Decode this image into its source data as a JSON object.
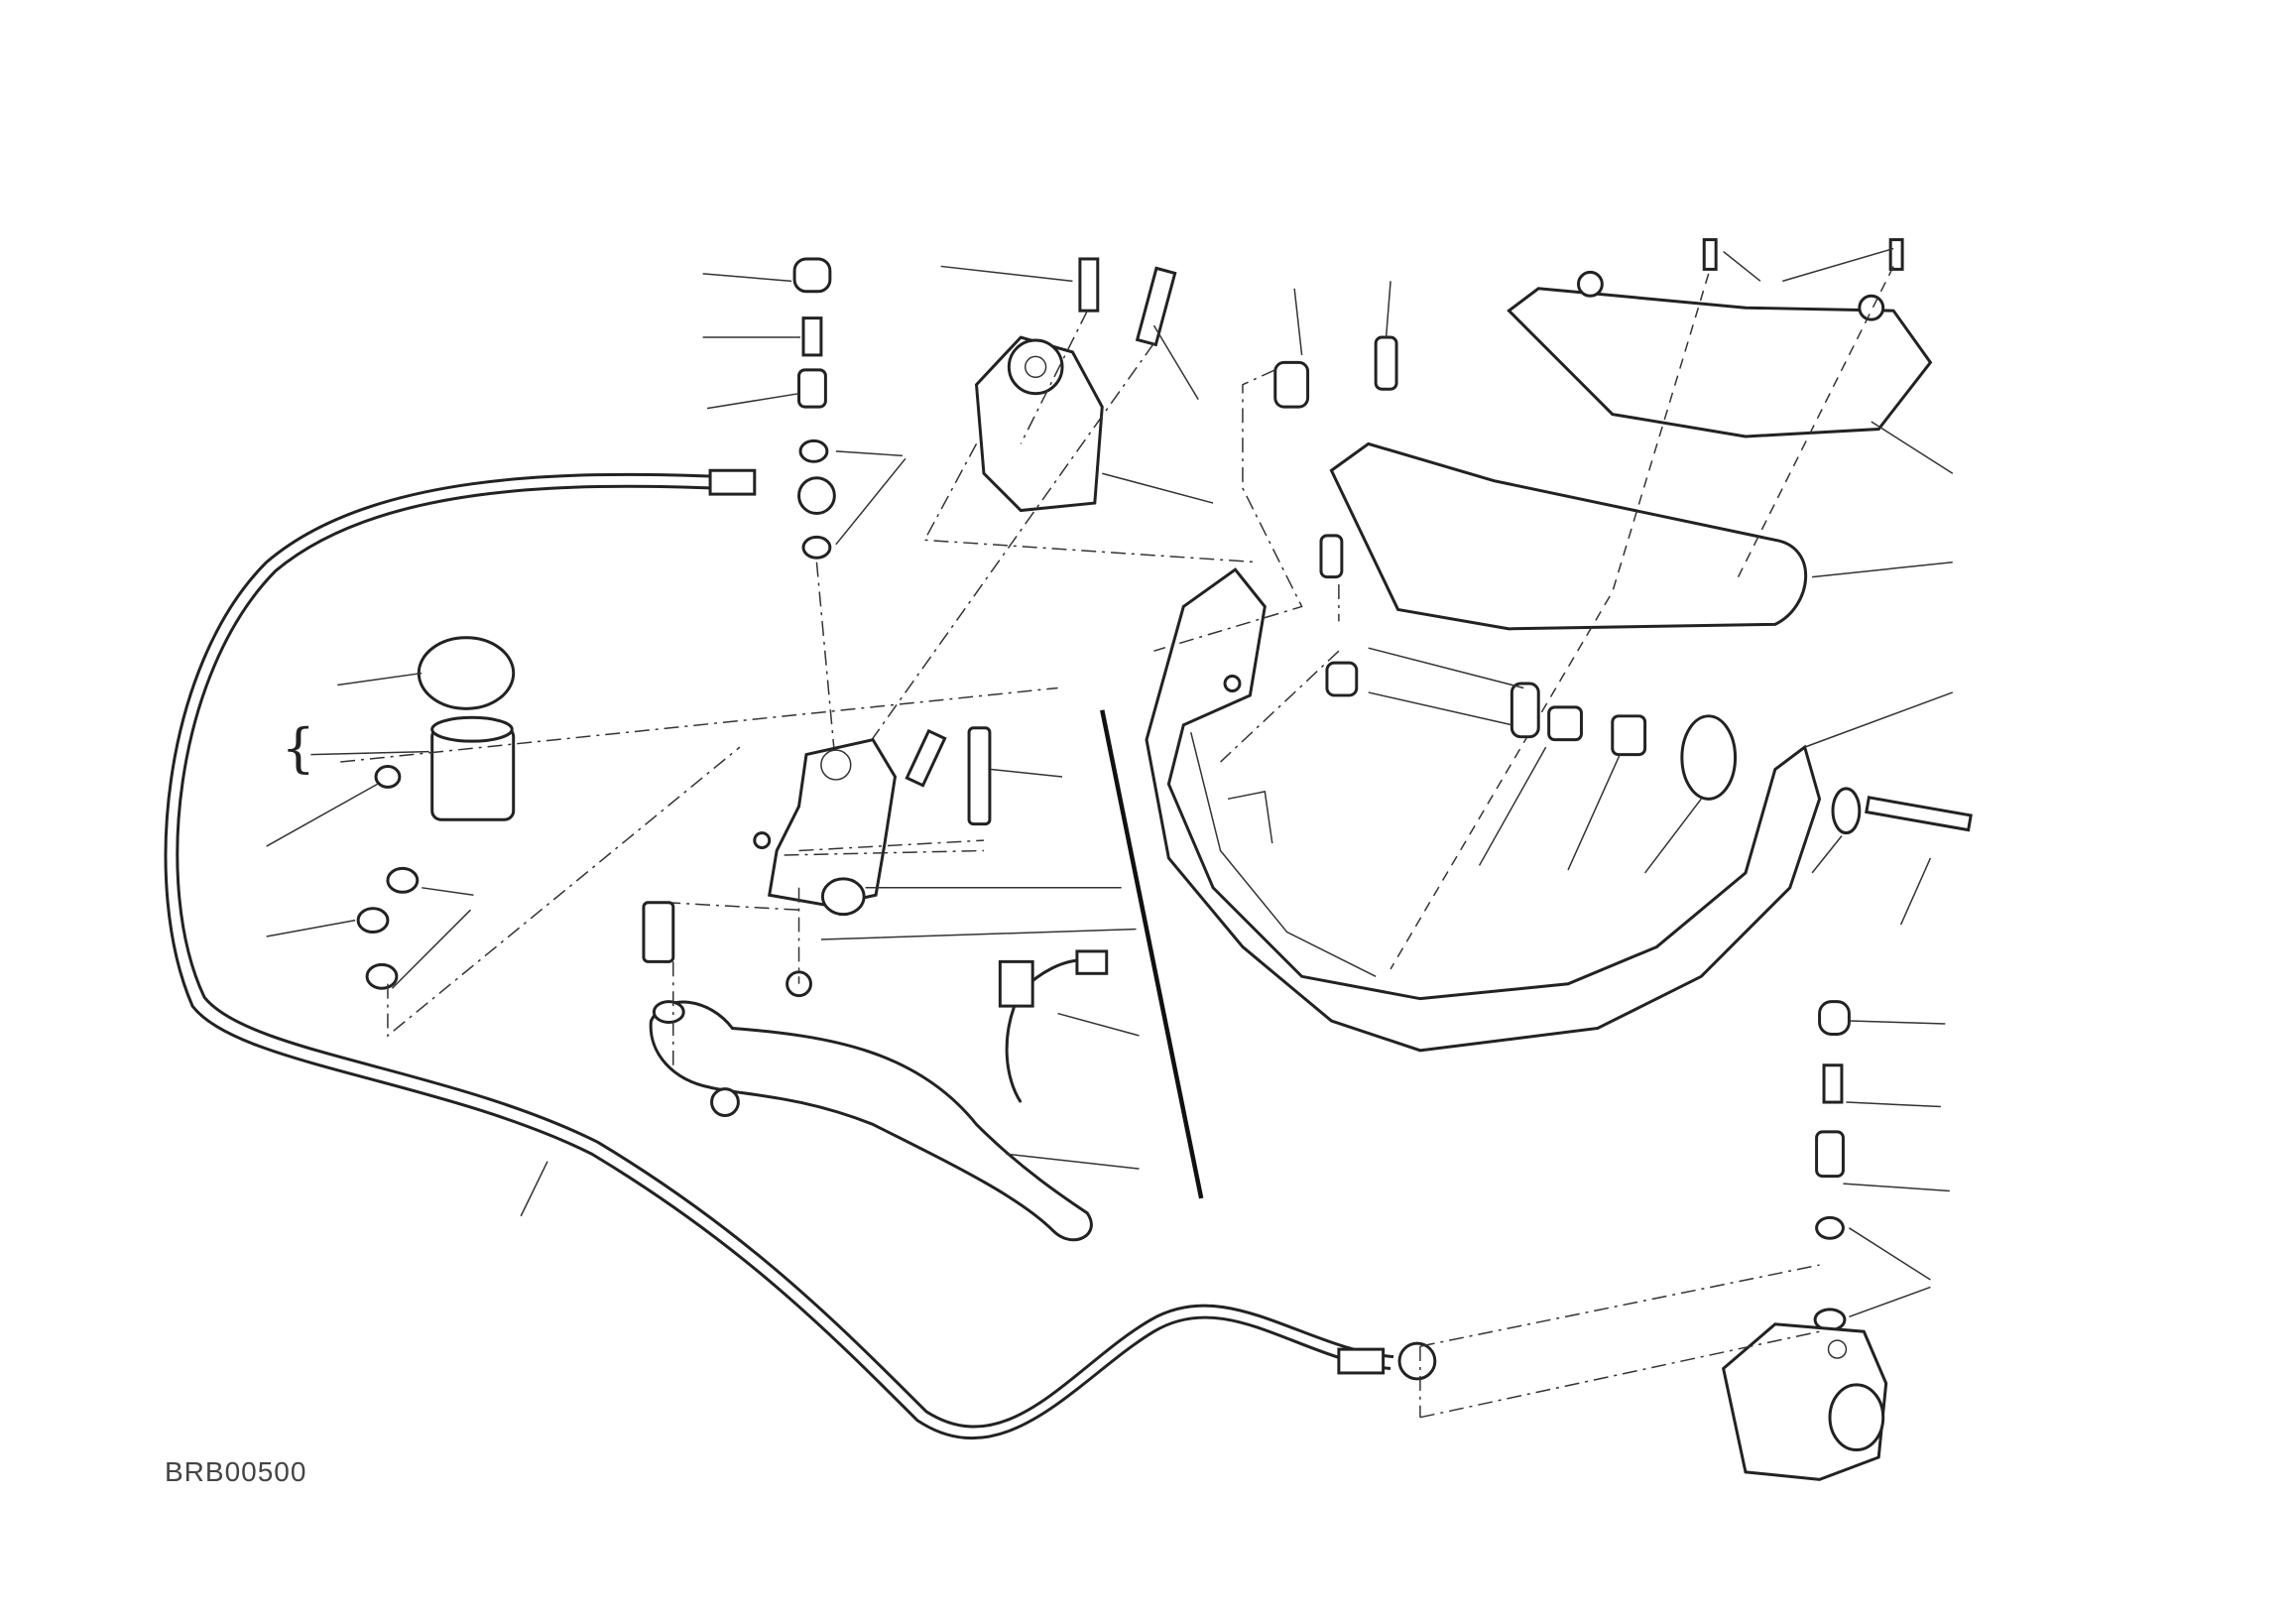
{
  "diagram": {
    "drawing_code": "BRB00500",
    "parts": [
      "brake-hose",
      "reservoir",
      "reservoir-cap",
      "master-cylinder",
      "lever",
      "handguard",
      "handguard-cover",
      "bleed-valve",
      "banjo-bolt",
      "crush-washer",
      "caliper",
      "switch"
    ]
  }
}
